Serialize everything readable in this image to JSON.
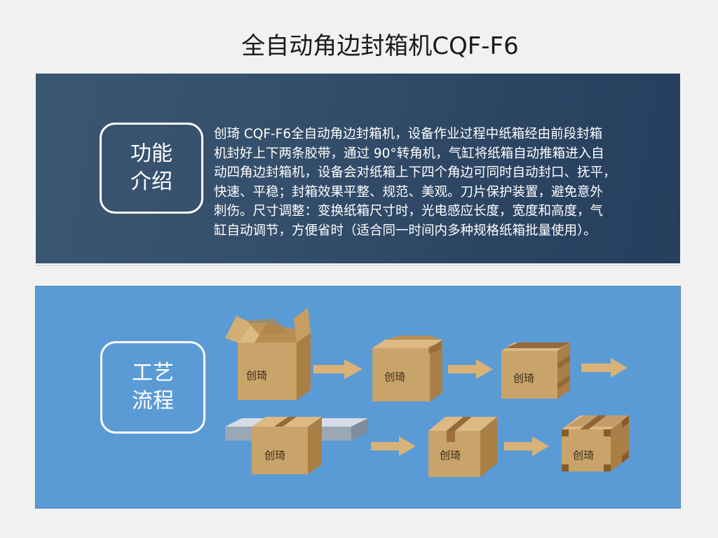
{
  "page": {
    "title": "全自动角边封箱机CQF-F6"
  },
  "intro": {
    "badge_line1": "功能",
    "badge_line2": "介绍",
    "lines": [
      "创琦 CQF-F6全自动角边封箱机，设备作业过程中纸箱经由前段封箱",
      "机封好上下两条胶带，通过 90°转角机，气缸将纸箱自动推箱进入自",
      "动四角边封箱机，设备会对纸箱上下四个角边可同时自动封口、抚平，",
      "快速、平稳；封箱效果平整、规范、美观。刀片保护装置，避免意外",
      "刺伤。尺寸调整：变换纸箱尺寸时，光电感应长度，宽度和高度，气",
      "缸自动调节，方便省时（适合同一时间内多种规格纸箱批量使用）。"
    ]
  },
  "process": {
    "badge_line1": "工艺",
    "badge_line2": "流程",
    "box_label": "创琦"
  },
  "colors": {
    "intro_bg": "#35506c",
    "process_bg": "#5b9bd5",
    "cardboard": "#c9a46a",
    "cardboard_dark": "#a97f45",
    "cardboard_light": "#ddb984",
    "tape": "#8a5a2b",
    "arrow": "#d9b277"
  }
}
